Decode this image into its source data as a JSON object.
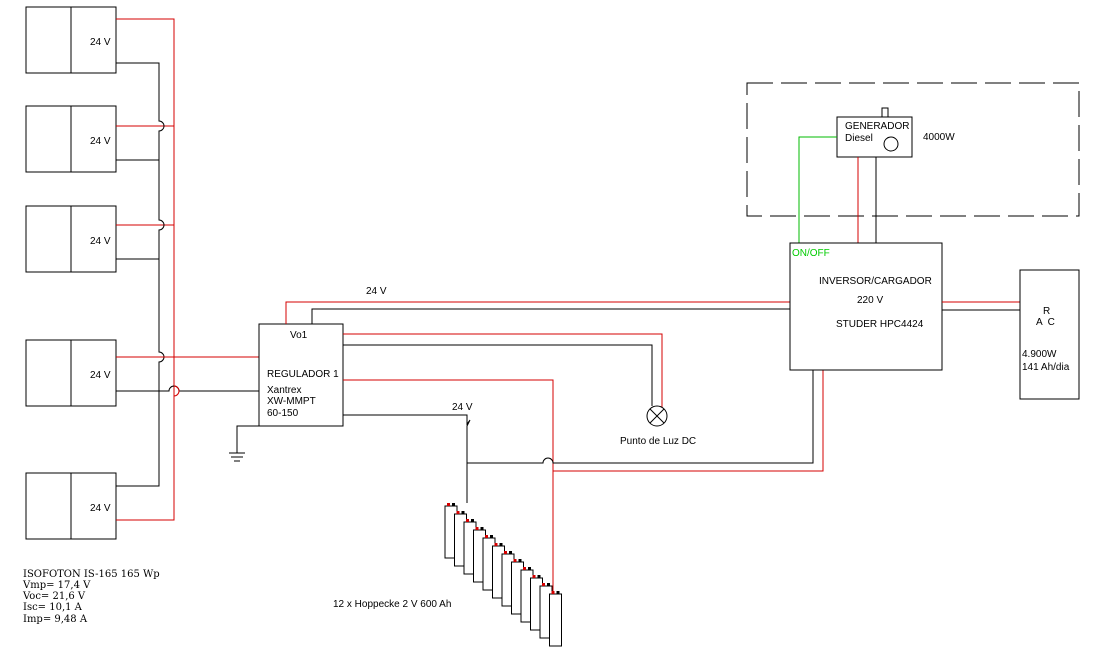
{
  "colors": {
    "line": "#000000",
    "positive": "#d40000",
    "control": "#00bb00",
    "background": "#ffffff"
  },
  "panels": {
    "items": [
      {
        "label": "24 V"
      },
      {
        "label": "24 V"
      },
      {
        "label": "24 V"
      },
      {
        "label": "24 V"
      },
      {
        "label": "24 V"
      }
    ]
  },
  "panel_specs": {
    "model": "ISOFOTON IS-165 165 Wp",
    "vmp": "Vmp= 17,4 V",
    "voc": "Voc= 21,6 V",
    "isc": "Isc= 10,1 A",
    "imp": "Imp= 9,48 A"
  },
  "regulator": {
    "terminal": "Vo1",
    "name": "REGULADOR 1",
    "brand": "Xantrex",
    "model": "XW-MMPT",
    "range": "60-150"
  },
  "bus_voltage_top": "24 V",
  "battery_voltage": "24 V",
  "battery_bank": {
    "label": "12 x Hoppecke 2 V 600 Ah",
    "cell_count": 12
  },
  "dc_light": {
    "label": "Punto de Luz DC",
    "icon": "lamp-icon"
  },
  "inverter": {
    "control": "ON/OFF",
    "name": "INVERSOR/CARGADOR",
    "voltage": "220 V",
    "model": "STUDER HPC4424"
  },
  "generator": {
    "name": "GENERADOR",
    "fuel": "Diesel",
    "power": "4000W"
  },
  "load": {
    "r": "R",
    "ac": "A  C",
    "power": "4.900W",
    "energy": "141 Ah/dia"
  },
  "ground": {
    "icon": "ground-icon"
  }
}
